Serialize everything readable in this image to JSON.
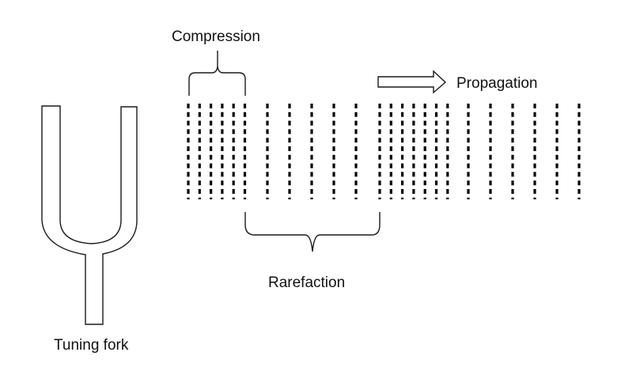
{
  "labels": {
    "compression": "Compression",
    "rarefaction": "Rarefaction",
    "propagation": "Propagation",
    "tuning_fork": "Tuning fork"
  },
  "wave": {
    "groups": [
      {
        "kind": "compression",
        "line_count": 6
      },
      {
        "kind": "rarefaction",
        "line_count": 5
      },
      {
        "kind": "compression",
        "line_count": 7
      },
      {
        "kind": "rarefaction",
        "line_count": 6
      }
    ],
    "total_lines": 24
  },
  "icons": {
    "propagation_arrow": "right-arrow-icon",
    "tuning_fork": "tuning-fork-icon"
  },
  "colors": {
    "line": "#000000",
    "background": "#ffffff"
  }
}
